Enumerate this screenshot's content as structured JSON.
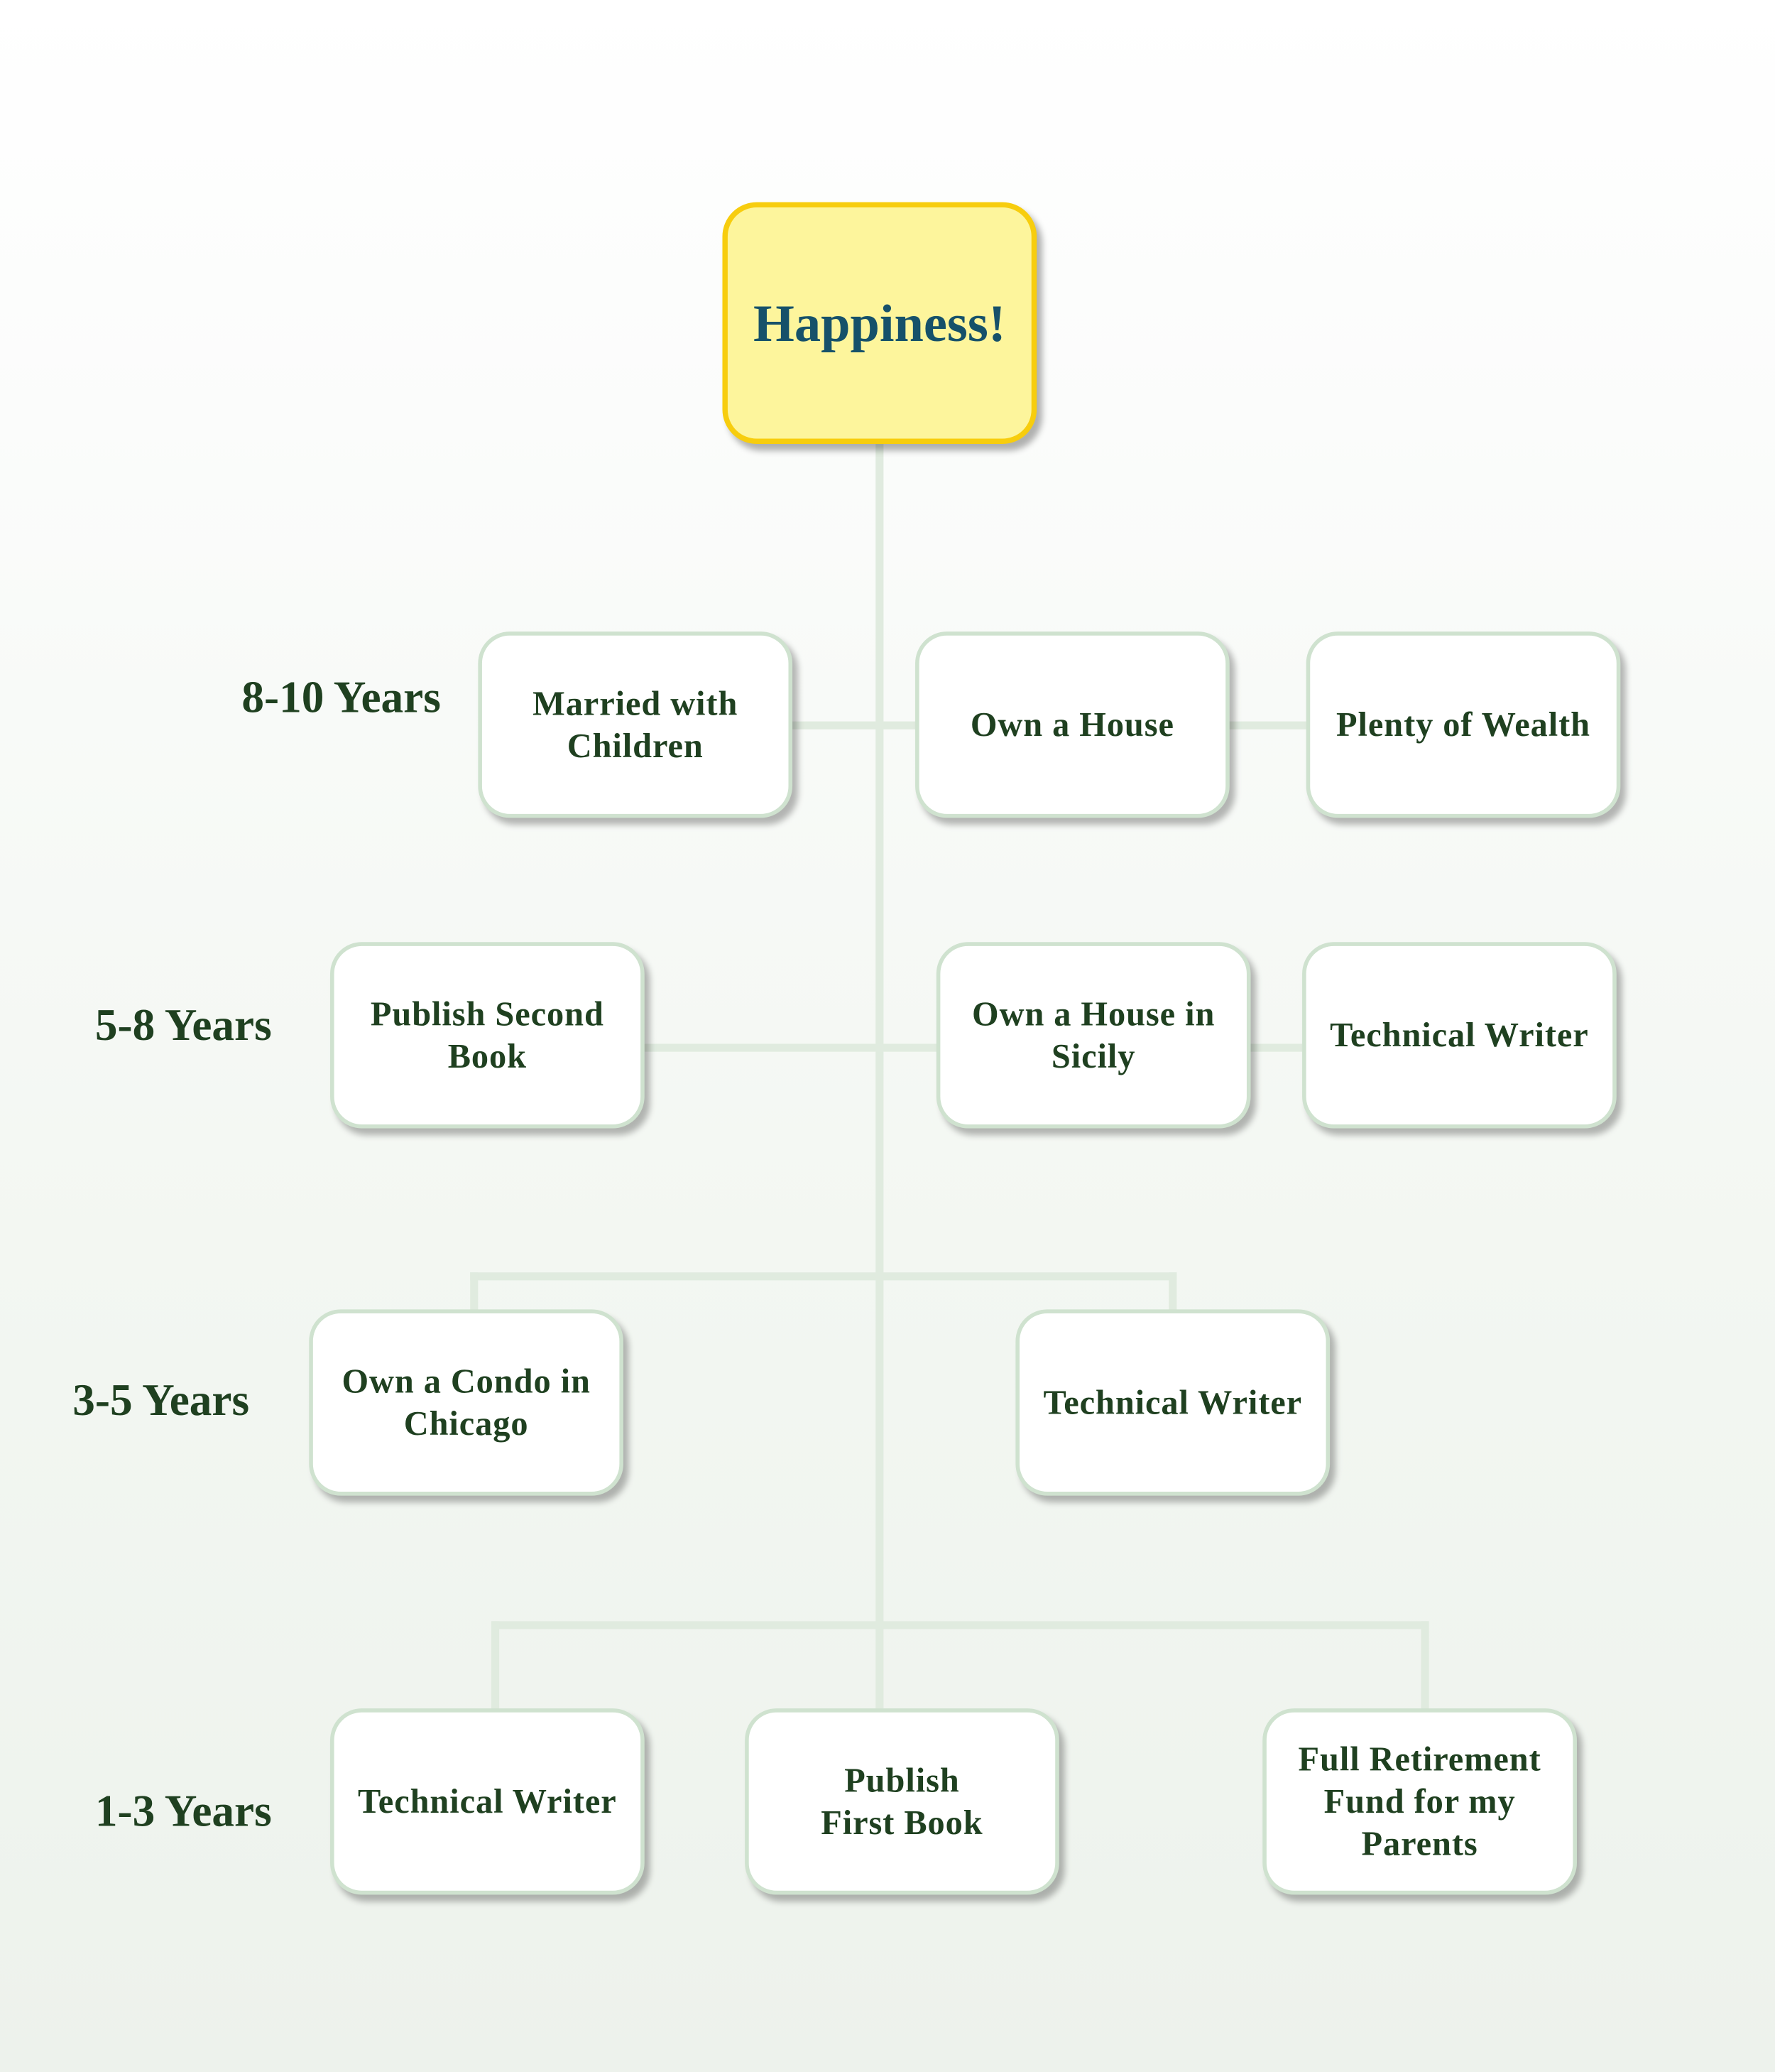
{
  "root": "Happiness!",
  "rows": [
    {
      "label": "8-10 Years",
      "nodes": [
        "Married with Children",
        "Own a House",
        "Plenty of Wealth"
      ]
    },
    {
      "label": "5-8 Years",
      "nodes": [
        "Publish Second Book",
        "Own a House in Sicily",
        "Technical Writer"
      ]
    },
    {
      "label": "3-5 Years",
      "nodes": [
        "Own a Condo in Chicago",
        "Technical Writer"
      ]
    },
    {
      "label": "1-3 Years",
      "nodes": [
        "Technical Writer",
        "Publish First Book",
        "Full Retirement Fund for my Parents"
      ]
    }
  ],
  "colors": {
    "root_fill": "#fdf59c",
    "root_border": "#f7cd0e",
    "root_text": "#16516a",
    "node_border": "#cfe2cf",
    "node_text": "#1f4020",
    "connector": "#e0ebdf"
  }
}
